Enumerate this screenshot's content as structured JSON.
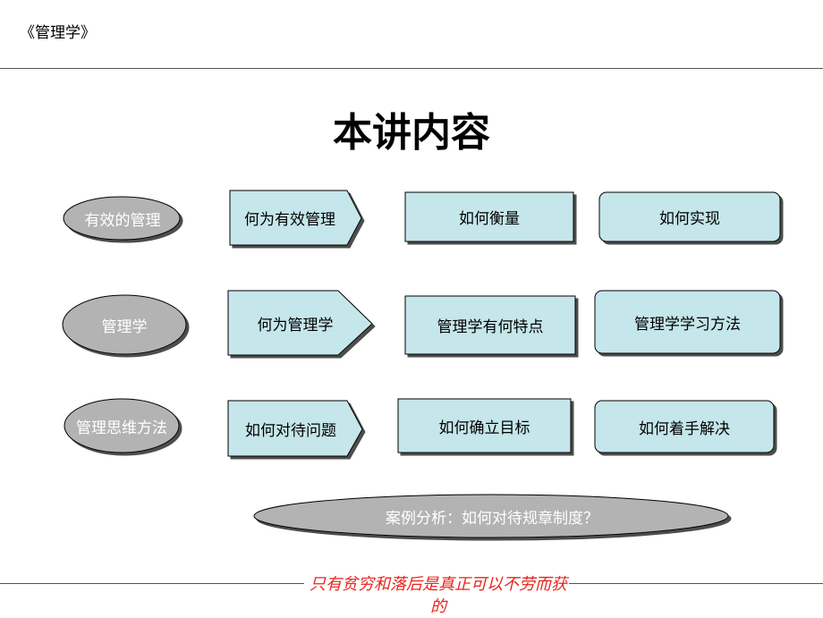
{
  "header": {
    "book_title": "《管理学》"
  },
  "slide": {
    "title": "本讲内容"
  },
  "rows": [
    {
      "topic": "有效的管理",
      "steps": [
        "何为有效管理",
        "如何衡量",
        "如何实现"
      ]
    },
    {
      "topic": "管理学",
      "steps": [
        "何为管理学",
        "管理学有何特点",
        "管理学学习方法"
      ]
    },
    {
      "topic": "管理思维方法",
      "steps": [
        "如何对待问题",
        "如何确立目标",
        "如何着手解决"
      ]
    }
  ],
  "case_study": {
    "label": "案例分析：如何对待规章制度？"
  },
  "footer": {
    "motto": "只有贫穷和落后是真正可以不劳而获的"
  },
  "colors": {
    "box_fill": "#c5e6ea",
    "oval_fill": "#b3b3b3",
    "motto": "#e8241c"
  }
}
